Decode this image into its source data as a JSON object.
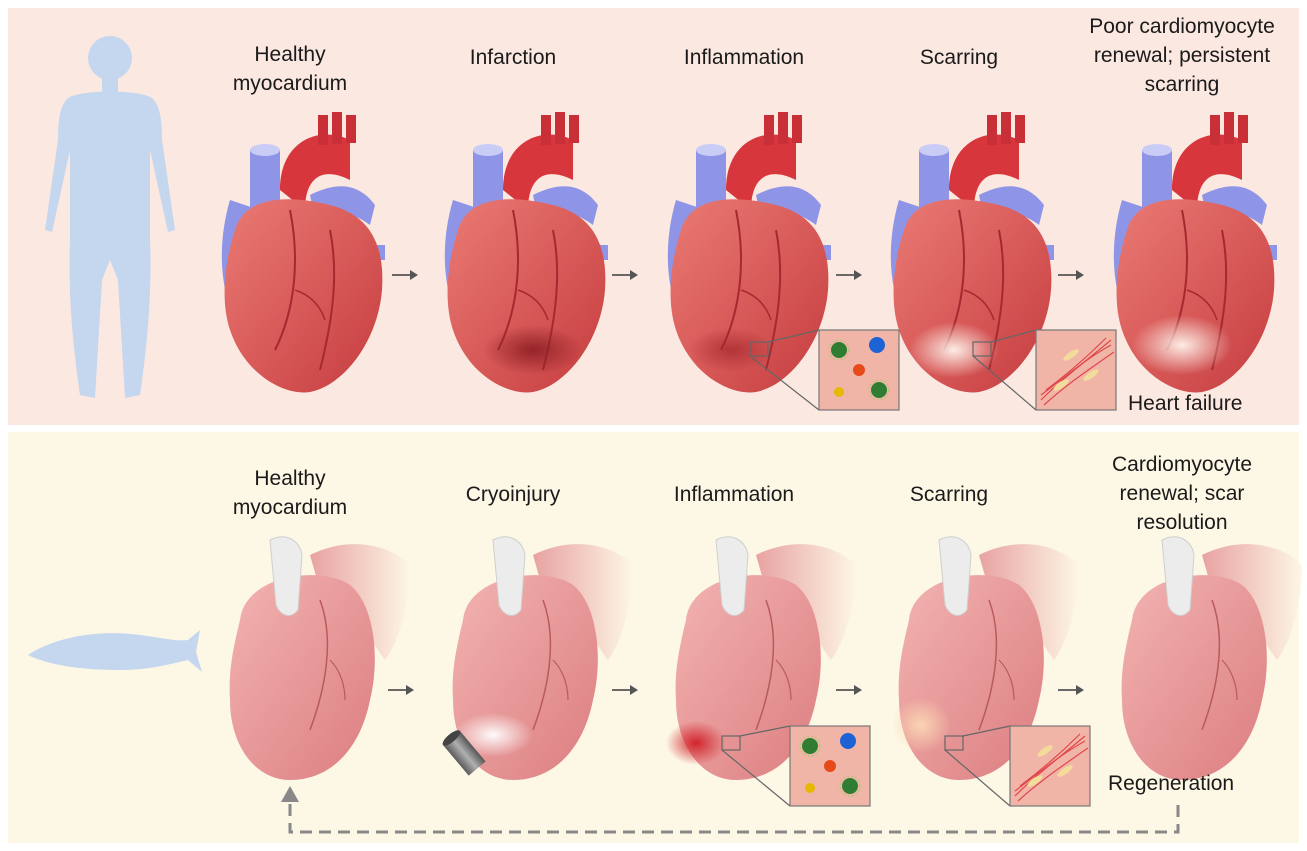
{
  "human_row": {
    "stages": [
      {
        "label": "Healthy\nmyocardium"
      },
      {
        "label": "Infarction"
      },
      {
        "label": "Inflammation"
      },
      {
        "label": "Scarring"
      },
      {
        "label": "Poor cardiomyocyte\nrenewal; persistent\nscarring"
      }
    ],
    "outcome": "Heart failure"
  },
  "fish_row": {
    "stages": [
      {
        "label": "Healthy\nmyocardium"
      },
      {
        "label": "Cryoinjury"
      },
      {
        "label": "Inflammation"
      },
      {
        "label": "Scarring"
      },
      {
        "label": "Cardiomyocyte\nrenewal; scar\nresolution"
      }
    ],
    "outcome": "Regeneration"
  },
  "colors": {
    "human_panel": "#fbe8e1",
    "fish_panel": "#fdf7e5",
    "human_heart": "#d9534f",
    "fish_heart": "#eaa0a0",
    "vessel_blue": "#8f95e6",
    "silhouette": "#c5d6ef",
    "arrow": "#555555",
    "dashed_arrow": "#888888"
  }
}
